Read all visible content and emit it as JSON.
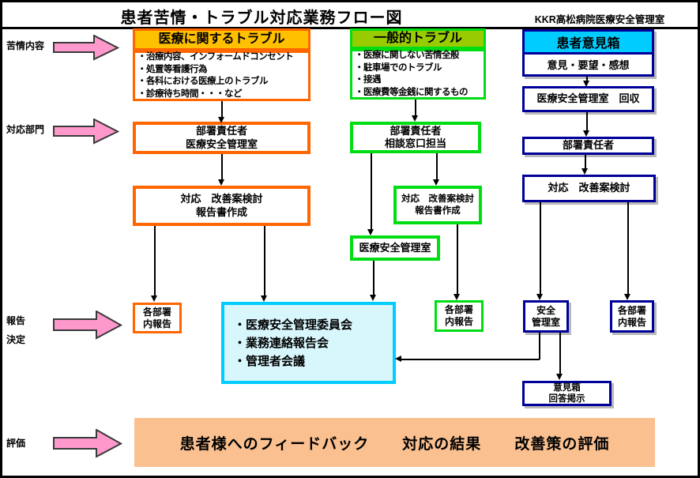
{
  "page": {
    "title": "患者苦情・トラブル対応業務フロー図",
    "org": "KKR高松病院医療安全管理室"
  },
  "row_labels": {
    "complaint": "苦情内容",
    "department": "対応部門",
    "report_line1": "報告",
    "report_line2": "決定",
    "evaluation": "評価"
  },
  "medical": {
    "header": "医療に関するトラブル",
    "items": [
      "・治療内容、インフォームドコンセント",
      "・処置等看護行為",
      "・各科における医療上のトラブル",
      "・診療待ち時間・・・など"
    ],
    "responsible": {
      "line1": "部署責任者",
      "line2": "医療安全管理室"
    },
    "action": {
      "line1": "対応　改善案検討",
      "line2": "報告書作成"
    },
    "report": {
      "line1": "各部署",
      "line2": "内報告"
    }
  },
  "general": {
    "header": "一般的トラブル",
    "items": [
      "・医療に関しない苦情全般",
      "・駐車場でのトラブル",
      "・接遇",
      "・医療費等金銭に関するもの"
    ],
    "responsible": {
      "line1": "部署責任者",
      "line2": "相談窓口担当"
    },
    "action": {
      "line1": "対応　改善案検討",
      "line2": "報告書作成"
    },
    "safety_office": "医療安全管理室",
    "report": {
      "line1": "各部署",
      "line2": "内報告"
    }
  },
  "opinion_box": {
    "header": "患者意見箱",
    "subheader": "意見・要望・感想",
    "collect": "医療安全管理室　回収",
    "responsible": "部署責任者",
    "action": "対応　改善案検討",
    "safety": {
      "line1": "安全",
      "line2": "管理室"
    },
    "report": {
      "line1": "各部署",
      "line2": "内報告"
    },
    "post": {
      "line1": "意見箱",
      "line2": "回答掲示"
    }
  },
  "committee": {
    "items": [
      "・医療安全管理委員会",
      "・業務連絡報告会",
      "・管理者会議"
    ]
  },
  "footer": {
    "items": [
      "患者様へのフィードバック",
      "対応の結果",
      "改善策の評価"
    ]
  },
  "colors": {
    "orange_border": "#ff6600",
    "gold_fill": "#ffc000",
    "green_border": "#00dd12",
    "olive_fill": "#99cc00",
    "navy_border": "#000099",
    "cyan_fill": "#00ccff",
    "committee_border": "#00ccff",
    "committee_fill": "#d8f7fd",
    "pink_arrow": "#ff99cc",
    "banner_fill": "#fac090"
  }
}
